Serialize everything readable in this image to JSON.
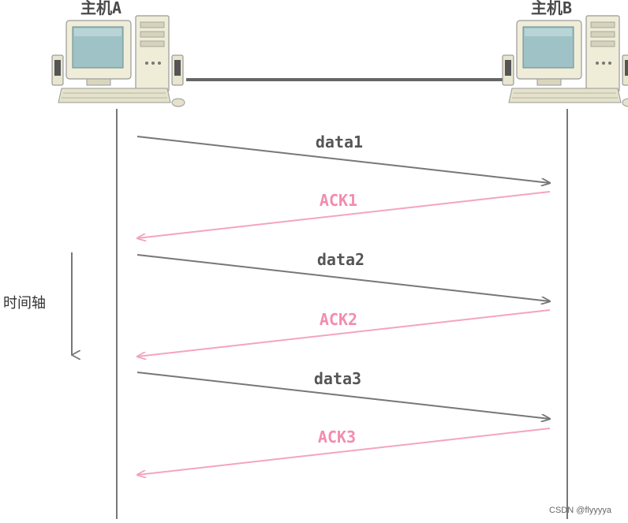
{
  "hosts": {
    "a": {
      "label": "主机A"
    },
    "b": {
      "label": "主机B"
    }
  },
  "time_axis": {
    "label": "时间轴"
  },
  "messages": [
    {
      "label": "data1",
      "direction": "A→B",
      "kind": "data"
    },
    {
      "label": "ACK1",
      "direction": "B→A",
      "kind": "ack"
    },
    {
      "label": "data2",
      "direction": "A→B",
      "kind": "data"
    },
    {
      "label": "ACK2",
      "direction": "B→A",
      "kind": "ack"
    },
    {
      "label": "data3",
      "direction": "A→B",
      "kind": "data"
    },
    {
      "label": "ACK3",
      "direction": "B→A",
      "kind": "ack"
    }
  ],
  "colors": {
    "data": "#777777",
    "ack": "#f4a4c0",
    "ack_text": "#f28cb0",
    "data_text": "#555555",
    "timeline": "#777777",
    "link": "#666666"
  },
  "watermark": "CSDN @flyyyya"
}
